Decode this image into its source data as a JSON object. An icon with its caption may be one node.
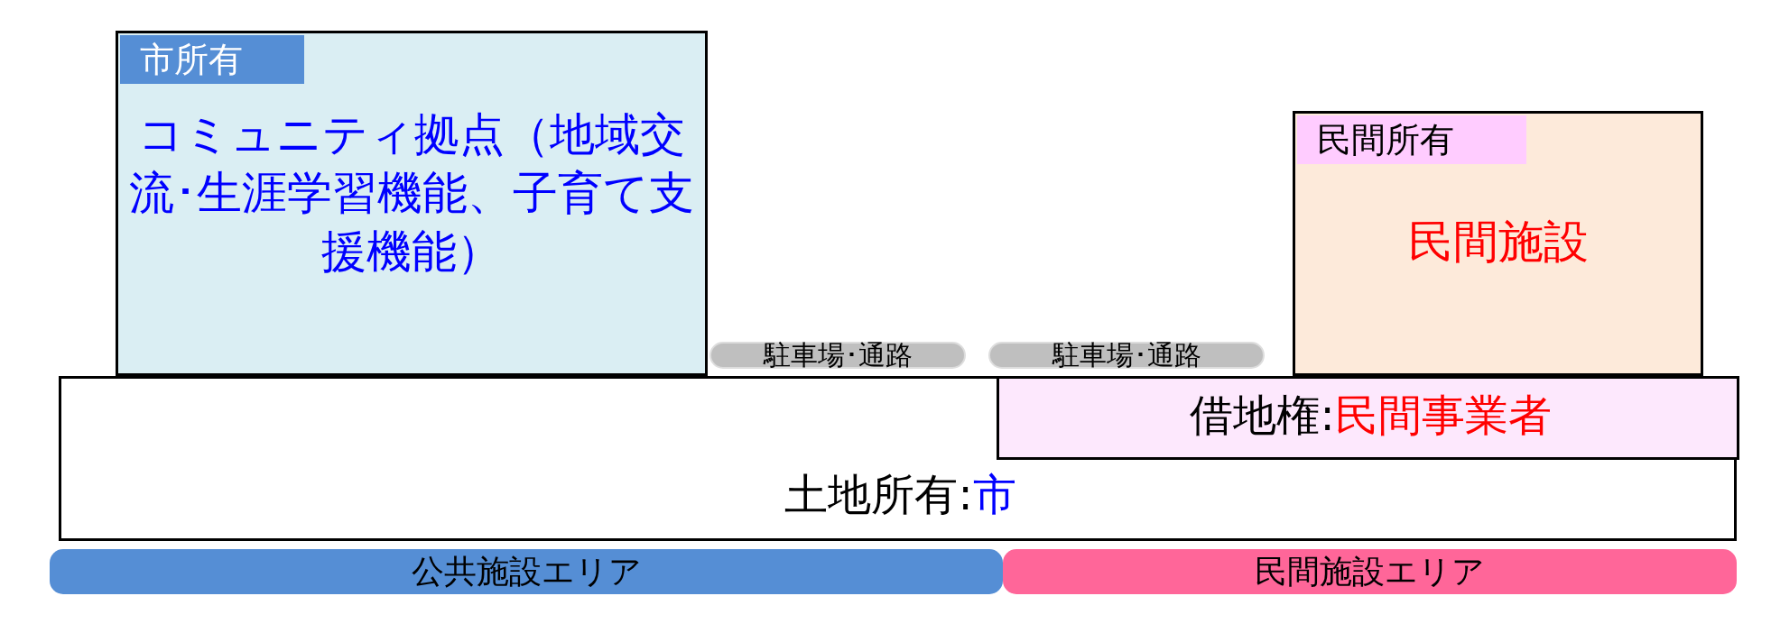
{
  "diagram": {
    "nodes": [
      {
        "text": [
          "土地所有:",
          "市"
        ]
      },
      {
        "text": [
          "借地権:",
          "民間事業者"
        ],
        "in": 0
      },
      {
        "text": [
          "市所有",
          "コミュニティ拠点（地域交流･生涯学習機能、子育て支援機能）"
        ]
      },
      {
        "text": [
          "民間所有",
          "民間施設"
        ]
      },
      {
        "text": [
          "駐車場･通路"
        ]
      },
      {
        "text": [
          "駐車場･通路"
        ]
      },
      {
        "text": [
          "公共施設エリア"
        ]
      },
      {
        "text": [
          "民間施設エリア"
        ]
      }
    ]
  }
}
